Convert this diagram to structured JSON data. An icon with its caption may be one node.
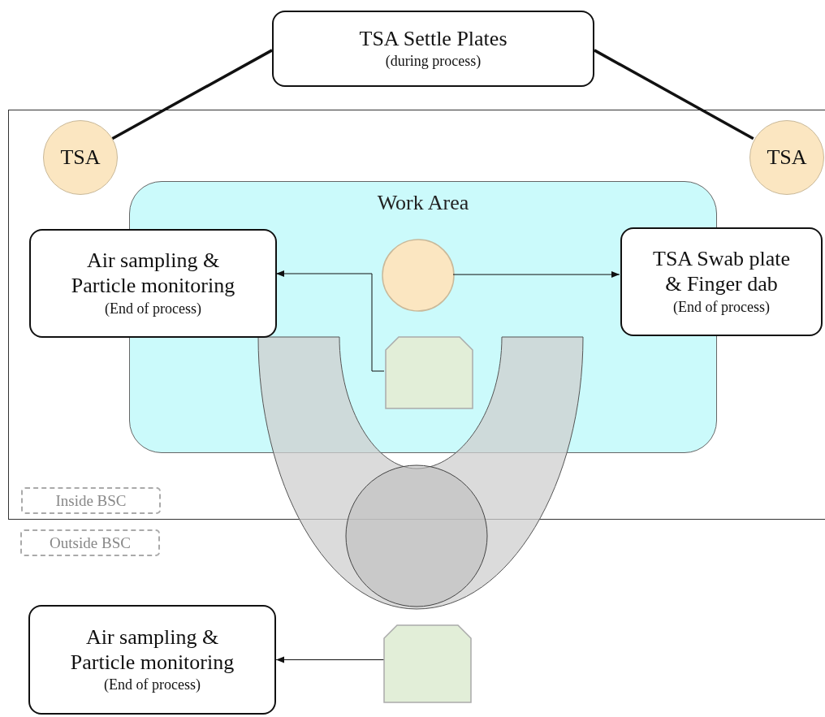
{
  "diagram": {
    "nodes": [
      {
        "text": [
          "TSA Settle Plates",
          "(during process)"
        ]
      },
      {
        "text": [],
        "shape": "box"
      },
      {
        "text": [
          "TSA"
        ],
        "in": 1
      },
      {
        "text": [
          "TSA"
        ],
        "in": 1
      },
      {
        "text": [
          "Work Area"
        ],
        "in": 1
      },
      {
        "text": [
          "Air sampling & Particle monitoring",
          "(End of process)"
        ],
        "in": 1
      },
      {
        "text": [],
        "shape": "circle",
        "in": 4
      },
      {
        "text": [
          "TSA Swab plate & Finger dab",
          "(End of process)"
        ],
        "in": 1
      },
      {
        "text": [],
        "shape": "pentagon",
        "in": 4
      },
      {
        "text": [
          "Inside BSC"
        ],
        "in": 1
      },
      {
        "text": [
          "Outside BSC"
        ]
      },
      {
        "text": [],
        "shape": "person"
      },
      {
        "text": [],
        "shape": "pentagon"
      },
      {
        "text": [
          "Air sampling & Particle monitoring",
          "(End of process)"
        ]
      }
    ],
    "edges": [
      {
        "from": 0,
        "to": 2,
        "arrow": "none",
        "style": "thick"
      },
      {
        "from": 0,
        "to": 3,
        "arrow": "none",
        "style": "thick"
      },
      {
        "from": 8,
        "to": 5,
        "arrow": "to"
      },
      {
        "from": 6,
        "to": 7,
        "arrow": "to"
      },
      {
        "from": 12,
        "to": 13,
        "arrow": "to"
      }
    ]
  }
}
